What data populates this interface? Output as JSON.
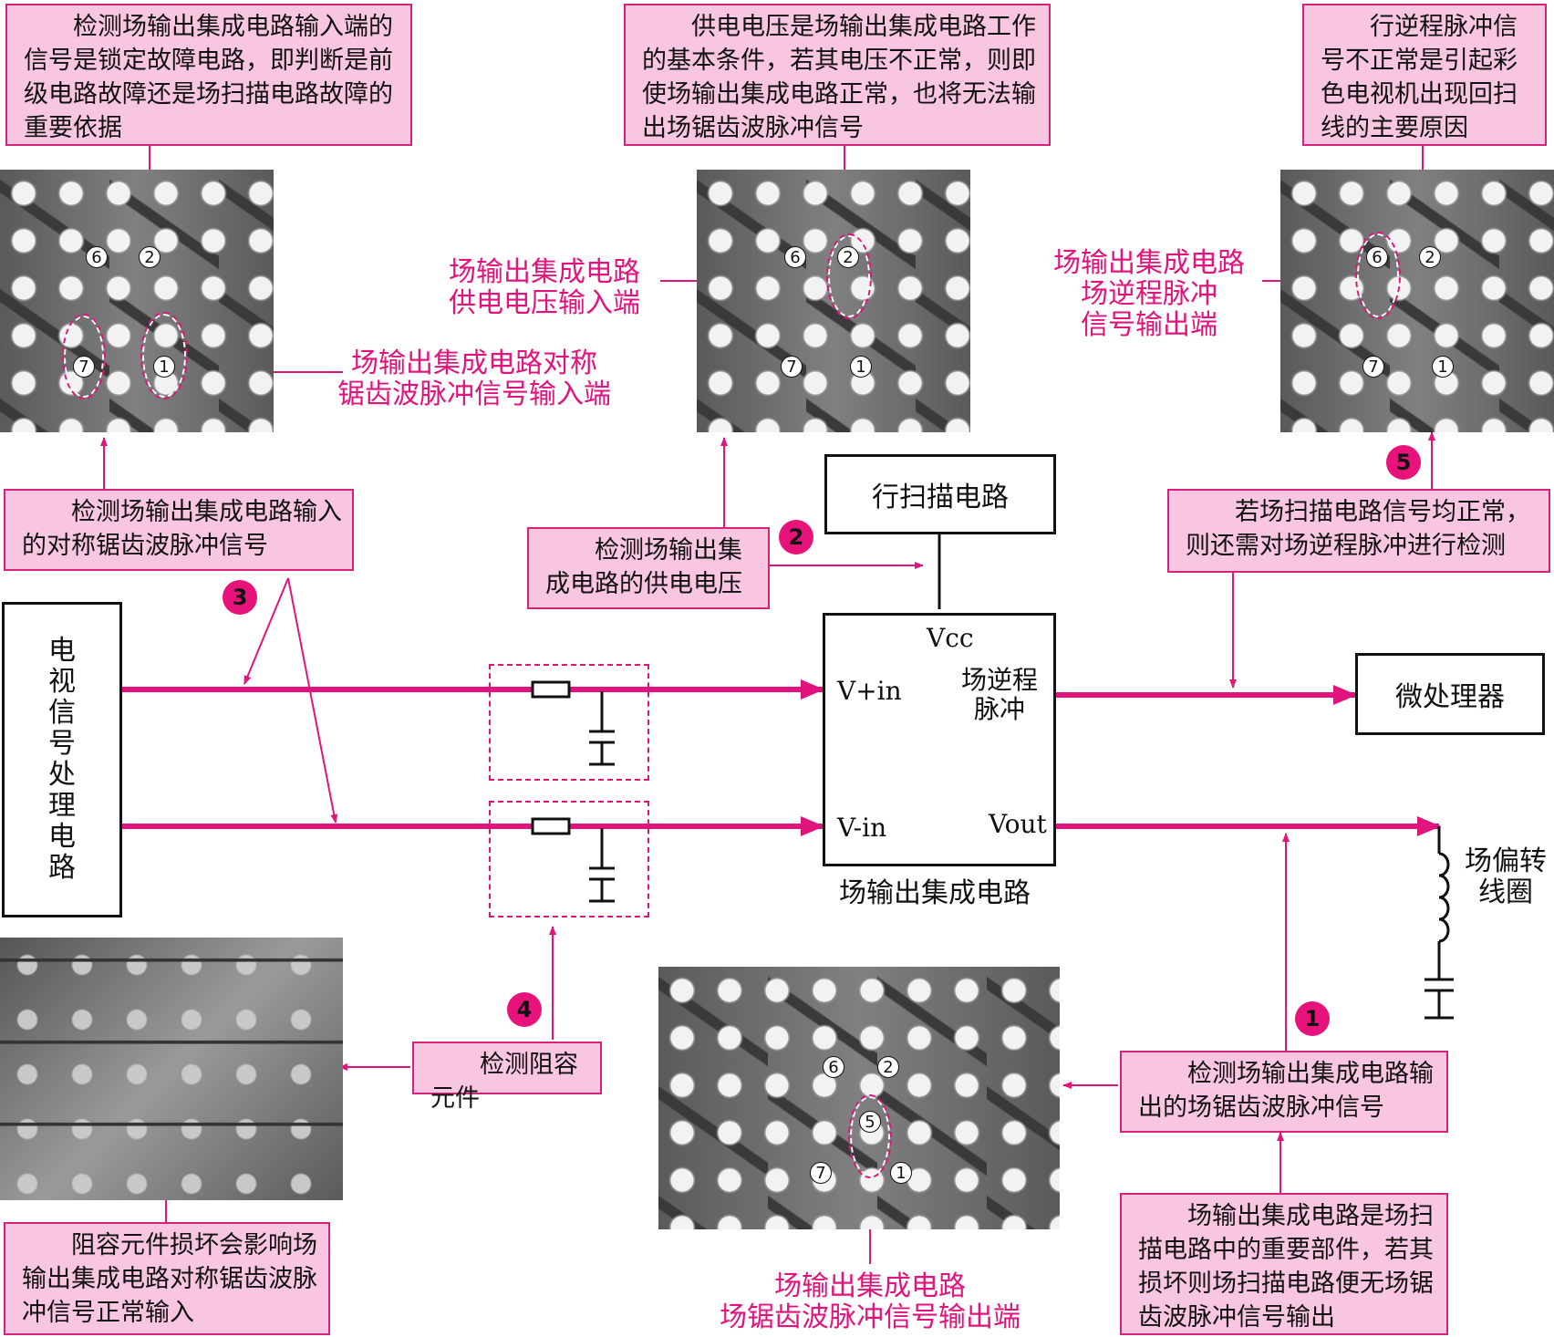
{
  "notes": {
    "note_input_signal": "检测场输出集成电路输入端的信号是锁定故障电路，即判断是前级电路故障还是场扫描电路故障的重要依据",
    "note_supply_basic": "供电电压是场输出集成电路工作的基本条件，若其电压不正常，则即使场输出集成电路正常，也将无法输出场锯齿波脉冲信号",
    "note_flyback_cause": "行逆程脉冲信号不正常是引起彩色电视机出现回扫线的主要原因",
    "note_detect_symmetric": "检测场输出集成电路输入的对称锯齿波脉冲信号",
    "note_detect_supply": "检测场输出集成电路的供电电压",
    "note_flyback_check": "若场扫描电路信号均正常，则还需对场逆程脉冲进行检测",
    "note_detect_rc": "检测阻容元件",
    "note_rc_damage": "阻容元件损坏会影响场输出集成电路对称锯齿波脉冲信号正常输入",
    "note_detect_output": "检测场输出集成电路输出的场锯齿波脉冲信号",
    "note_ic_importance": "场输出集成电路是场扫描电路中的重要部件，若其损坏则场扫描电路便无场锯齿波脉冲信号输出"
  },
  "pink_labels": {
    "supply_input": [
      "场输出集成电路",
      "供电电压输入端"
    ],
    "symmetric_input": [
      "场输出集成电路对称",
      "锯齿波脉冲信号输入端"
    ],
    "flyback_output": [
      "场输出集成电路",
      "场逆程脉冲",
      "信号输出端"
    ],
    "sawtooth_output": [
      "场输出集成电路",
      "场锯齿波脉冲信号输出端"
    ]
  },
  "blocks": {
    "tv_signal": "电视信号处理电路",
    "line_scan": "行扫描电路",
    "microprocessor": "微处理器",
    "ic_caption": "场输出集成电路",
    "deflection_coil": [
      "场偏转",
      "线圈"
    ]
  },
  "ic_pins": {
    "vcc": "Vcc",
    "v_plus_in": "V+in",
    "v_minus_in": "V-in",
    "flyback": [
      "场逆程",
      "脉冲"
    ],
    "vout": "Vout"
  },
  "badges": [
    "1",
    "2",
    "3",
    "4",
    "5"
  ],
  "pcb_pins": [
    "6",
    "2",
    "7",
    "1",
    "5"
  ],
  "colors": {
    "accent": "#e0147c",
    "note_fill": "#f9c6e1",
    "line": "#111111"
  }
}
